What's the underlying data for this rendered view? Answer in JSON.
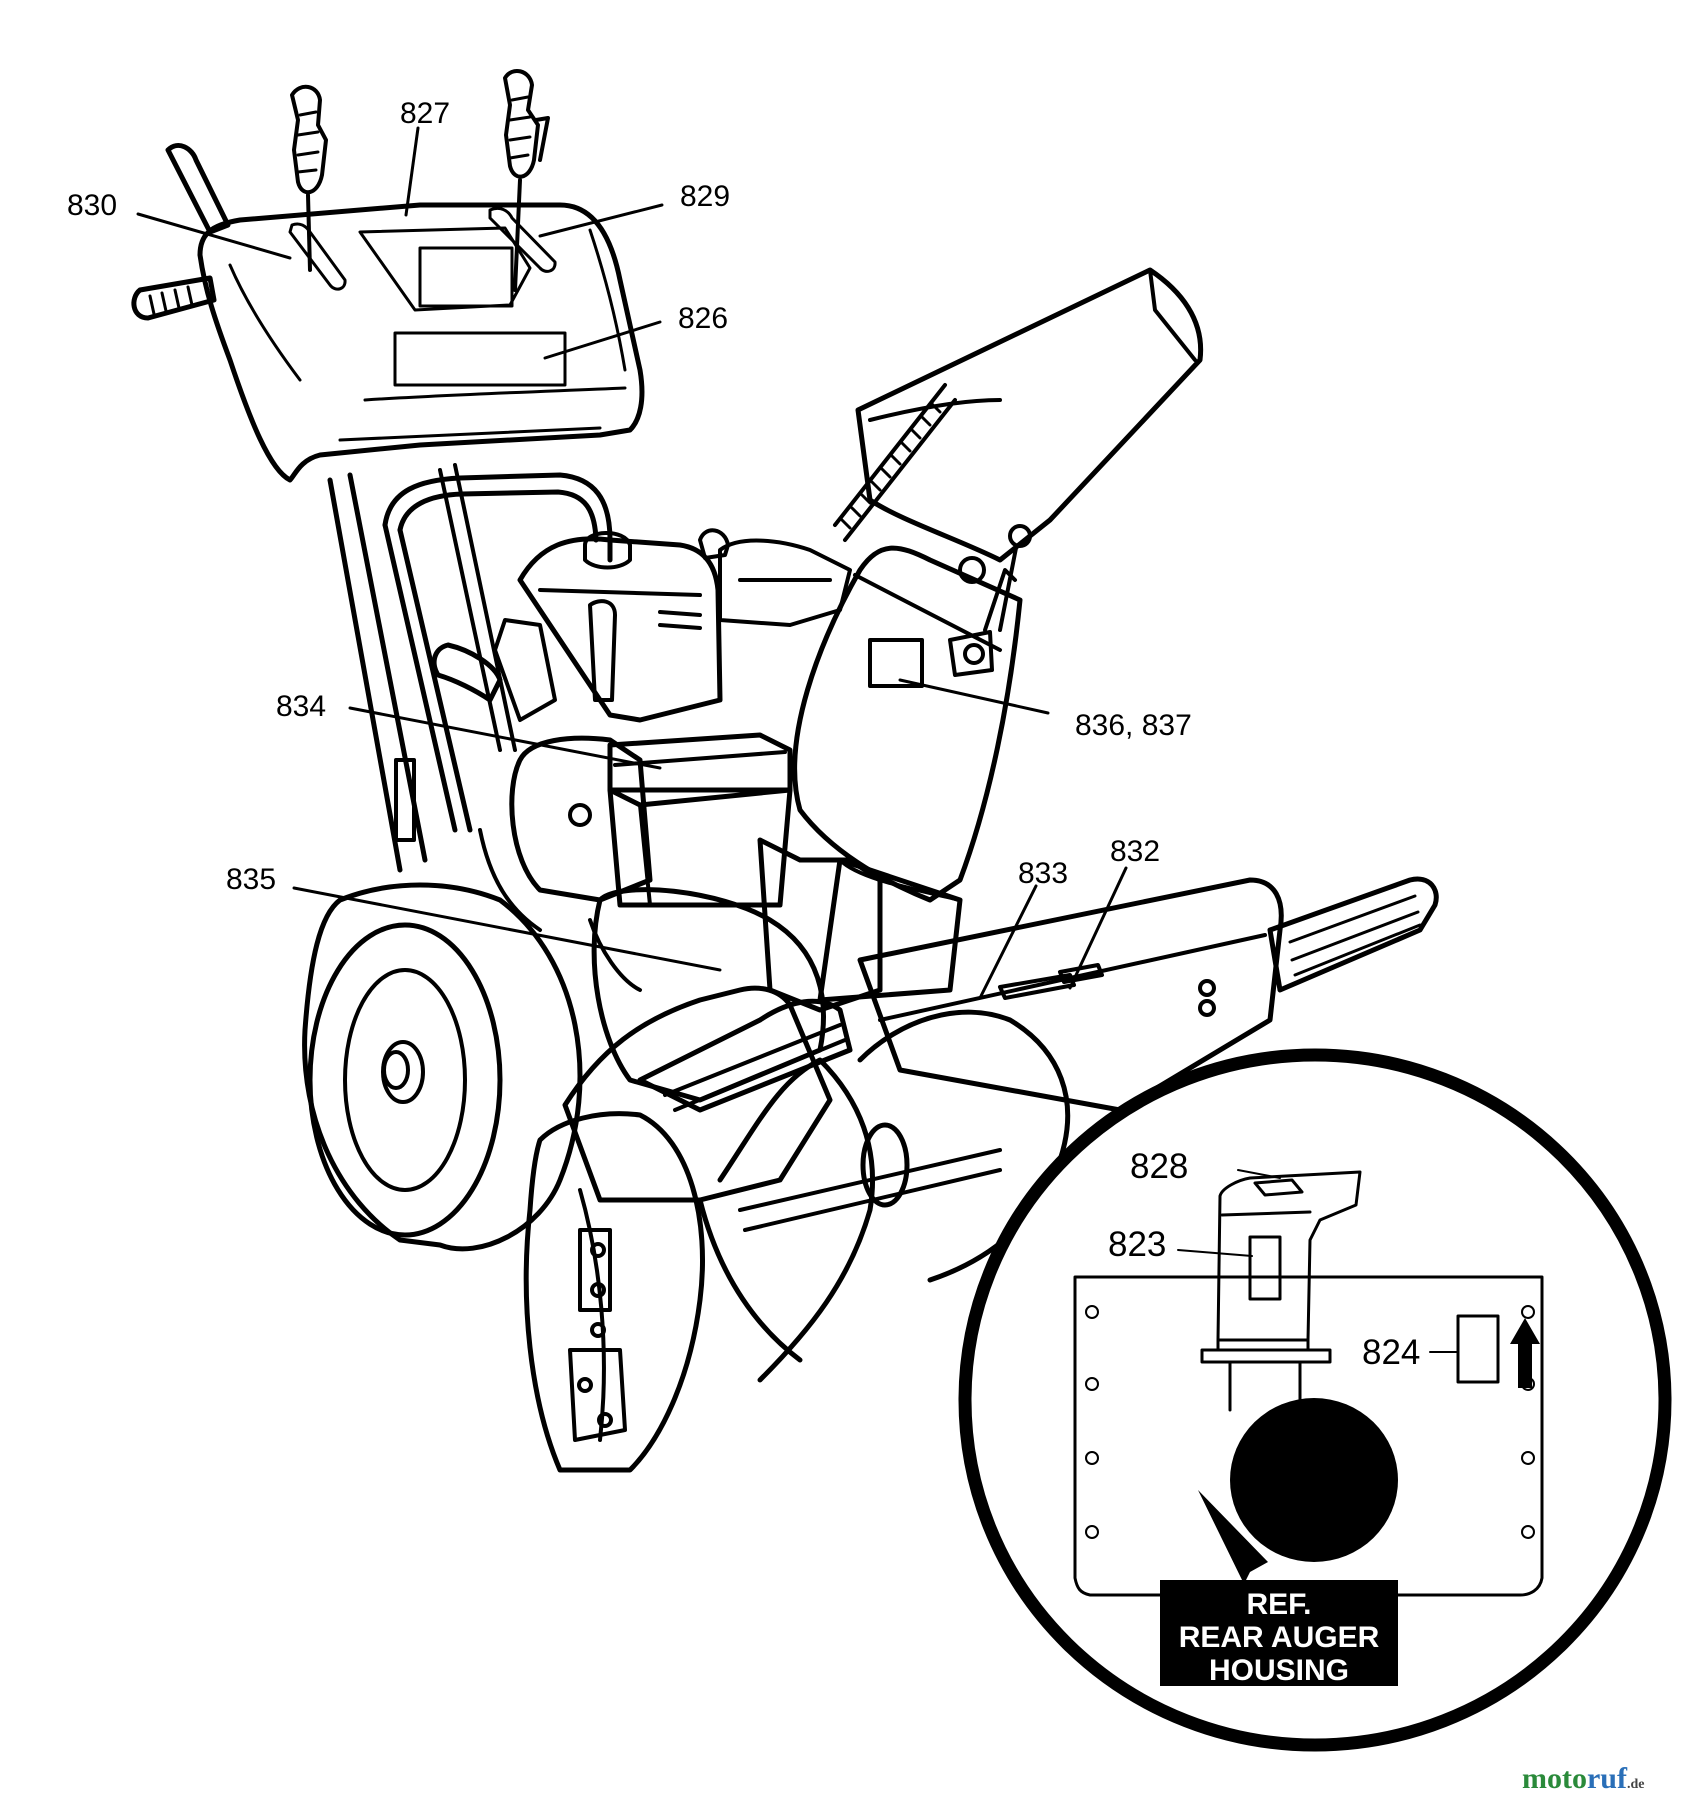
{
  "labels": {
    "l830": "830",
    "l827": "827",
    "l829": "829",
    "l826": "826",
    "l834": "834",
    "l836_837": "836, 837",
    "l835": "835",
    "l833": "833",
    "l832": "832",
    "l828": "828",
    "l823": "823",
    "l824": "824"
  },
  "inset": {
    "ref_line1": "REF.",
    "ref_line2": "REAR AUGER",
    "ref_line3": "HOUSING"
  },
  "watermark": {
    "main_a": "moto",
    "main_b": "ruf",
    "suffix": ".de",
    "colors": {
      "moto": "#2a8a3a",
      "ruf": "#2a6fb8",
      "suffix": "#444444"
    }
  }
}
